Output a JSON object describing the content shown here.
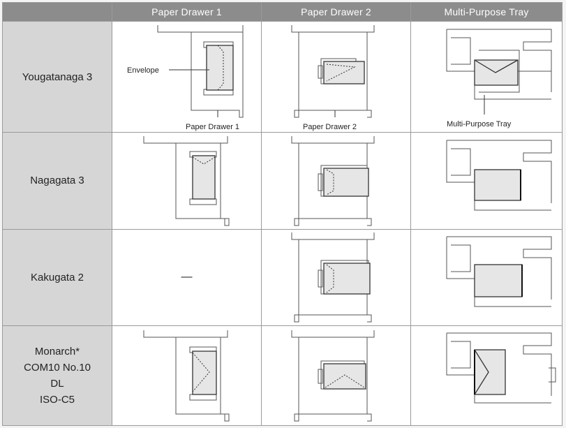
{
  "columns": [
    "Paper Drawer 1",
    "Paper Drawer 2",
    "Multi-Purpose Tray"
  ],
  "rows": [
    {
      "label_lines": [
        "Yougatanaga 3"
      ]
    },
    {
      "label_lines": [
        "Nagagata 3"
      ]
    },
    {
      "label_lines": [
        "Kakugata 2"
      ]
    },
    {
      "label_lines": [
        "Monarch*",
        "COM10 No.10",
        "DL",
        "ISO-C5"
      ]
    }
  ],
  "callouts": {
    "envelope": "Envelope",
    "paper_drawer_1": "Paper Drawer 1",
    "paper_drawer_2": "Paper Drawer 2",
    "multi_purpose_tray": "Multi-Purpose Tray"
  },
  "not_supported_mark": "—"
}
